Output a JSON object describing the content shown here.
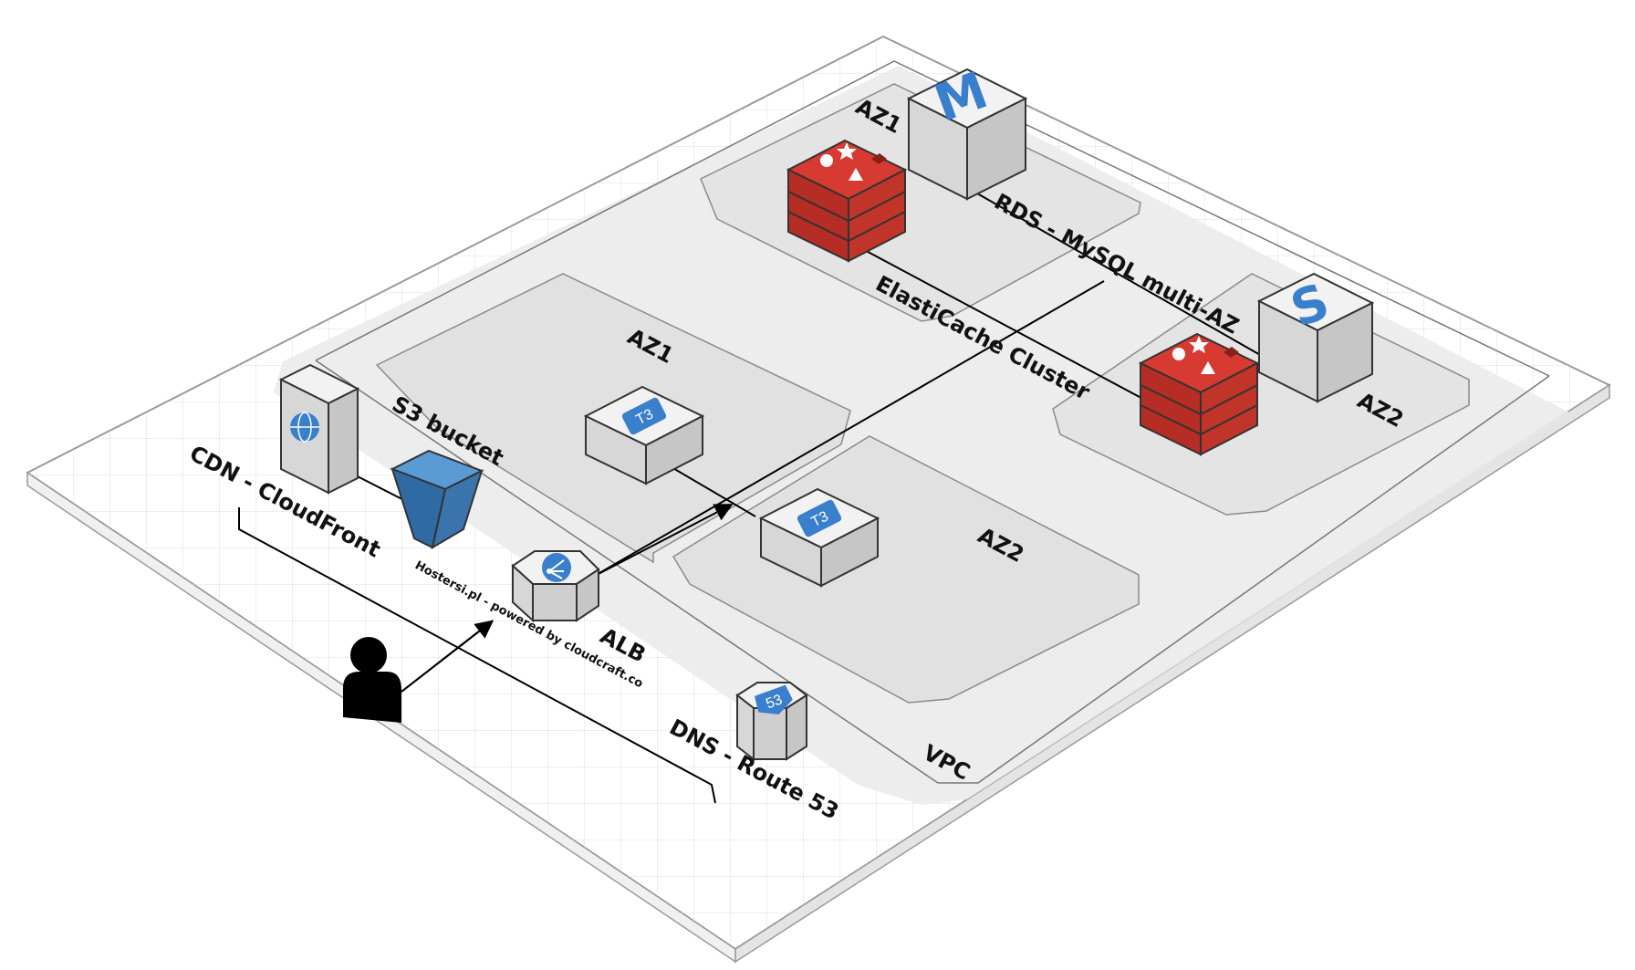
{
  "labels": {
    "az1_top": "AZ1",
    "az1_mid": "AZ1",
    "az2_right": "AZ2",
    "az2_mid": "AZ2",
    "rds": "RDS - MySQL multi-AZ",
    "elasticache": "ElastiCache Cluster",
    "s3": "S3 bucket",
    "cdn": "CDN - CloudFront",
    "alb": "ALB",
    "dns": "DNS - Route 53",
    "vpc": "VPC",
    "watermark": "Hostersi.pl - powered by cloudcraft.co"
  },
  "badges": {
    "rds_master": "M",
    "rds_slave": "S",
    "ec2_1": "T3",
    "ec2_2": "T3",
    "route53": "53"
  },
  "colors": {
    "redis": "#d73a30",
    "aws_blue": "#3a7fcb",
    "s3_blue": "#3b73ad",
    "node_gray": "#e8e8e8",
    "zone_fill": "#e9e9e9"
  },
  "icons": {
    "cdn": "globe-icon",
    "alb": "load-balancer-icon",
    "user": "user-icon",
    "redis": "redis-icon"
  }
}
